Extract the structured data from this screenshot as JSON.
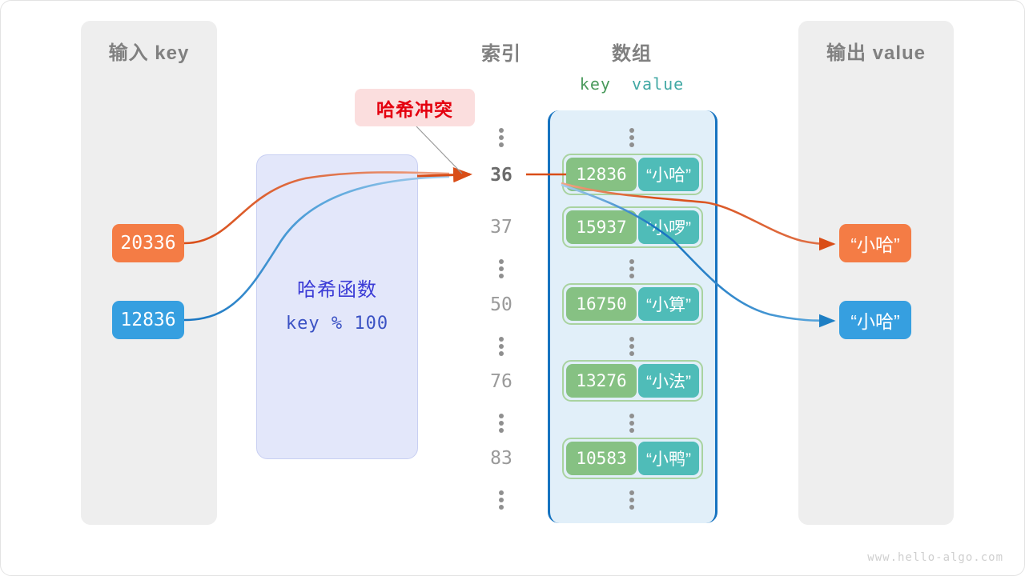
{
  "diagram": {
    "watermark": "www.hello-algo.com",
    "panels": {
      "input_title": "输入 key",
      "output_title": "输出 value"
    },
    "headers": {
      "index": "索引",
      "array": "数组",
      "key": "key",
      "value": "value"
    },
    "hash_function": {
      "title": "哈希函数",
      "formula": "key % 100"
    },
    "collision_badge": "哈希冲突",
    "input_keys": [
      {
        "value": "20336",
        "color": "#f47c45"
      },
      {
        "value": "12836",
        "color": "#369fe0"
      }
    ],
    "output_values": [
      {
        "value": "“小哈”",
        "color": "#f47c45"
      },
      {
        "value": "“小哈”",
        "color": "#369fe0"
      }
    ],
    "rows": [
      {
        "index": "36",
        "key": "12836",
        "value": "“小哈”",
        "highlight": true
      },
      {
        "index": "37",
        "key": "15937",
        "value": "“小啰”",
        "highlight": false
      },
      {
        "index": "50",
        "key": "16750",
        "value": "“小算”",
        "highlight": false
      },
      {
        "index": "76",
        "key": "13276",
        "value": "“小法”",
        "highlight": false
      },
      {
        "index": "83",
        "key": "10583",
        "value": "“小鸭”",
        "highlight": false
      }
    ],
    "colors": {
      "panel_bg": "#eeeeee",
      "hash_box_bg": "#e3e7fa",
      "hash_box_text": "#3b3bd6",
      "array_bg": "#e1eff9",
      "array_border": "#1673c0",
      "bucket_key_bg": "#86c183",
      "bucket_value_bg": "#4fbcb8",
      "collision_text": "#e4000f",
      "collision_bg": "#fbdede",
      "orange": "#f47c45",
      "blue": "#369fe0",
      "arrow_orange": "#d94d17",
      "arrow_blue": "#1673c0"
    }
  }
}
